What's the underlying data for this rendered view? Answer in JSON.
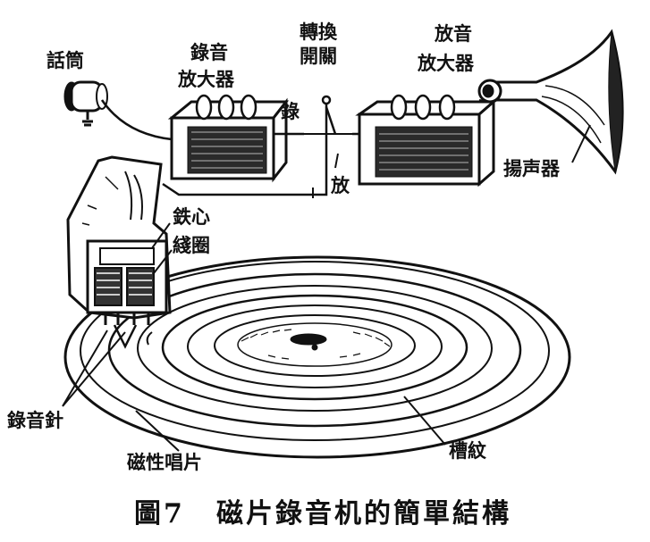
{
  "labels": {
    "microphone": "話筒",
    "record_amp": [
      "錄音",
      "放大器"
    ],
    "switch": [
      "轉換",
      "開關"
    ],
    "play_amp": [
      "放音",
      "放大器"
    ],
    "speaker": "揚声器",
    "record_pos": "錄",
    "play_pos": "放",
    "core": "鉄心",
    "coil": "綫圈",
    "needle": "錄音針",
    "disc": "磁性唱片",
    "grooves": "槽紋"
  },
  "caption": {
    "figure": "圖7",
    "title": "磁片錄音机的簡單結構"
  }
}
